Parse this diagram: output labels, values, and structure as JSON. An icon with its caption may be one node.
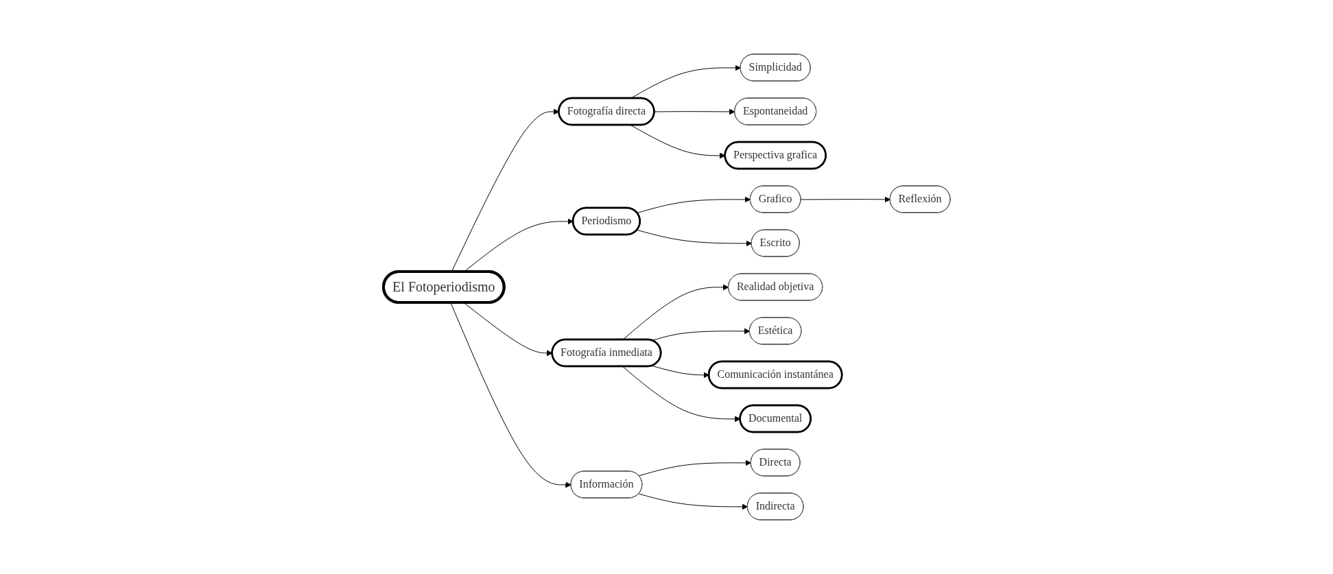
{
  "diagram": {
    "nodes": [
      {
        "text": [
          "El Fotoperiodismo"
        ]
      },
      {
        "text": [
          "Fotografía directa"
        ]
      },
      {
        "text": [
          "Simplicidad"
        ]
      },
      {
        "text": [
          "Espontaneidad"
        ]
      },
      {
        "text": [
          "Perspectiva grafica"
        ]
      },
      {
        "text": [
          "Periodismo"
        ]
      },
      {
        "text": [
          "Grafico"
        ]
      },
      {
        "text": [
          "Reflexión"
        ]
      },
      {
        "text": [
          "Escrito"
        ]
      },
      {
        "text": [
          "Fotografía inmediata"
        ]
      },
      {
        "text": [
          "Realidad objetiva"
        ]
      },
      {
        "text": [
          "Estética"
        ]
      },
      {
        "text": [
          "Comunicación instantánea"
        ]
      },
      {
        "text": [
          "Documental"
        ]
      },
      {
        "text": [
          "Información"
        ]
      },
      {
        "text": [
          "Directa"
        ]
      },
      {
        "text": [
          "Indirecta"
        ]
      }
    ],
    "edges": [
      {
        "from": 0,
        "to": 1,
        "arrow": "to"
      },
      {
        "from": 1,
        "to": 2,
        "arrow": "to"
      },
      {
        "from": 1,
        "to": 3,
        "arrow": "to"
      },
      {
        "from": 1,
        "to": 4,
        "arrow": "to"
      },
      {
        "from": 0,
        "to": 5,
        "arrow": "to"
      },
      {
        "from": 5,
        "to": 6,
        "arrow": "to"
      },
      {
        "from": 6,
        "to": 7,
        "arrow": "to"
      },
      {
        "from": 5,
        "to": 8,
        "arrow": "to"
      },
      {
        "from": 0,
        "to": 9,
        "arrow": "to"
      },
      {
        "from": 9,
        "to": 10,
        "arrow": "to"
      },
      {
        "from": 9,
        "to": 11,
        "arrow": "to"
      },
      {
        "from": 9,
        "to": 12,
        "arrow": "to"
      },
      {
        "from": 9,
        "to": 13,
        "arrow": "to"
      },
      {
        "from": 0,
        "to": 14,
        "arrow": "to"
      },
      {
        "from": 14,
        "to": 15,
        "arrow": "to"
      },
      {
        "from": 14,
        "to": 16,
        "arrow": "to"
      }
    ]
  }
}
